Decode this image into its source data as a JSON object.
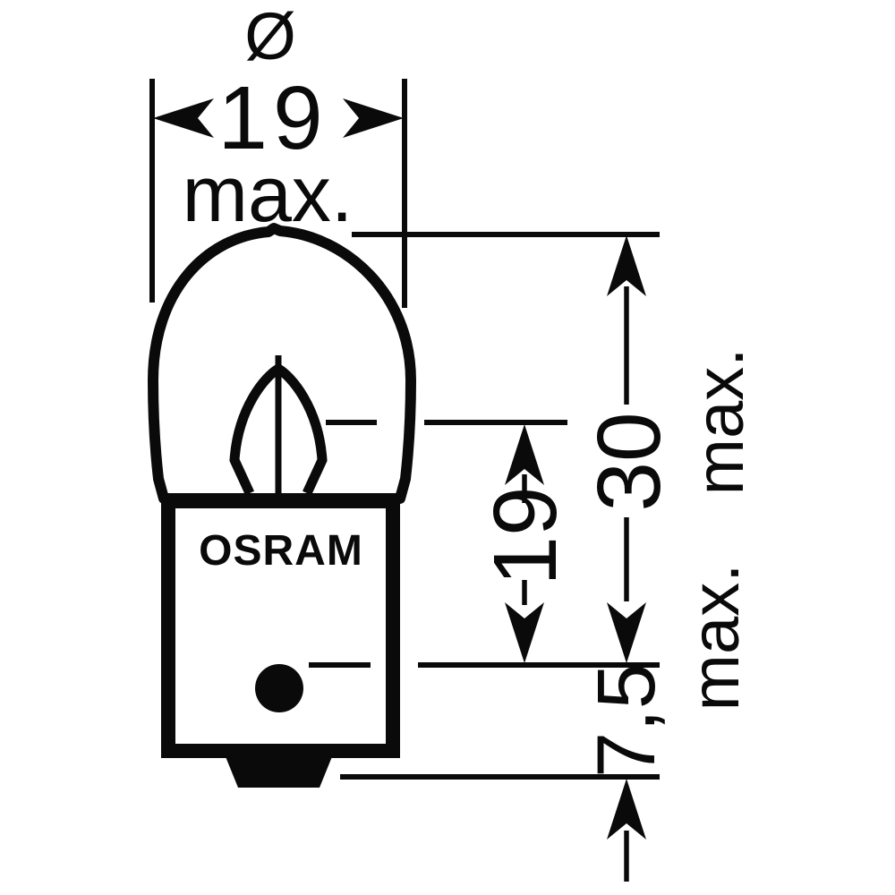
{
  "canvas": {
    "background": "#ffffff",
    "line_color": "#0a0a0a"
  },
  "diagram": {
    "type": "technical-dimension-drawing",
    "subject": "automotive-bulb",
    "brand": "OSRAM",
    "dimensions": {
      "diameter": {
        "prefix": "Ø",
        "value": "19",
        "qualifier": "max."
      },
      "overall_length": {
        "value": "30",
        "qualifier": "max."
      },
      "light_center_length": {
        "value": "19"
      },
      "base_length": {
        "value": "7,5",
        "qualifier": "max."
      }
    }
  }
}
